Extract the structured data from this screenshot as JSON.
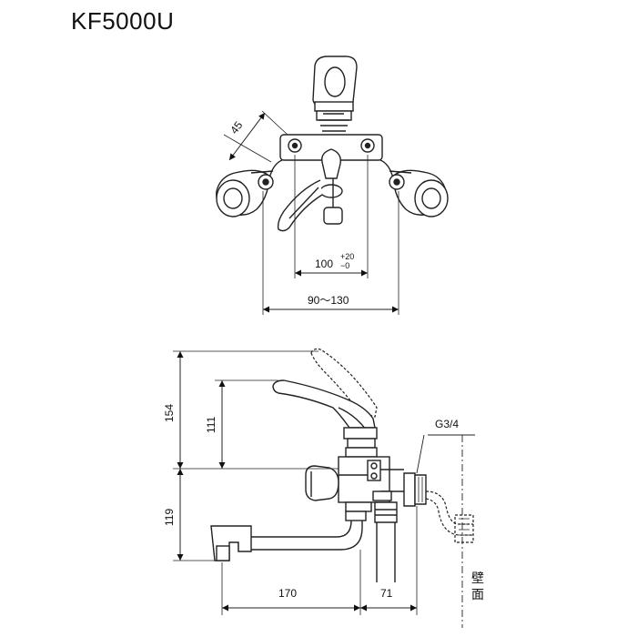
{
  "title": "KF5000U",
  "top_view": {
    "dim_angle_45": "45",
    "dim_center": "100",
    "dim_center_tol_plus": "+20",
    "dim_center_tol_minus": "−0",
    "dim_span": "90～130"
  },
  "side_view": {
    "dim_154": "154",
    "dim_111": "111",
    "dim_119": "119",
    "dim_170": "170",
    "dim_71": "71",
    "thread_label": "G3/4",
    "wall_label_1": "壁",
    "wall_label_2": "面"
  }
}
